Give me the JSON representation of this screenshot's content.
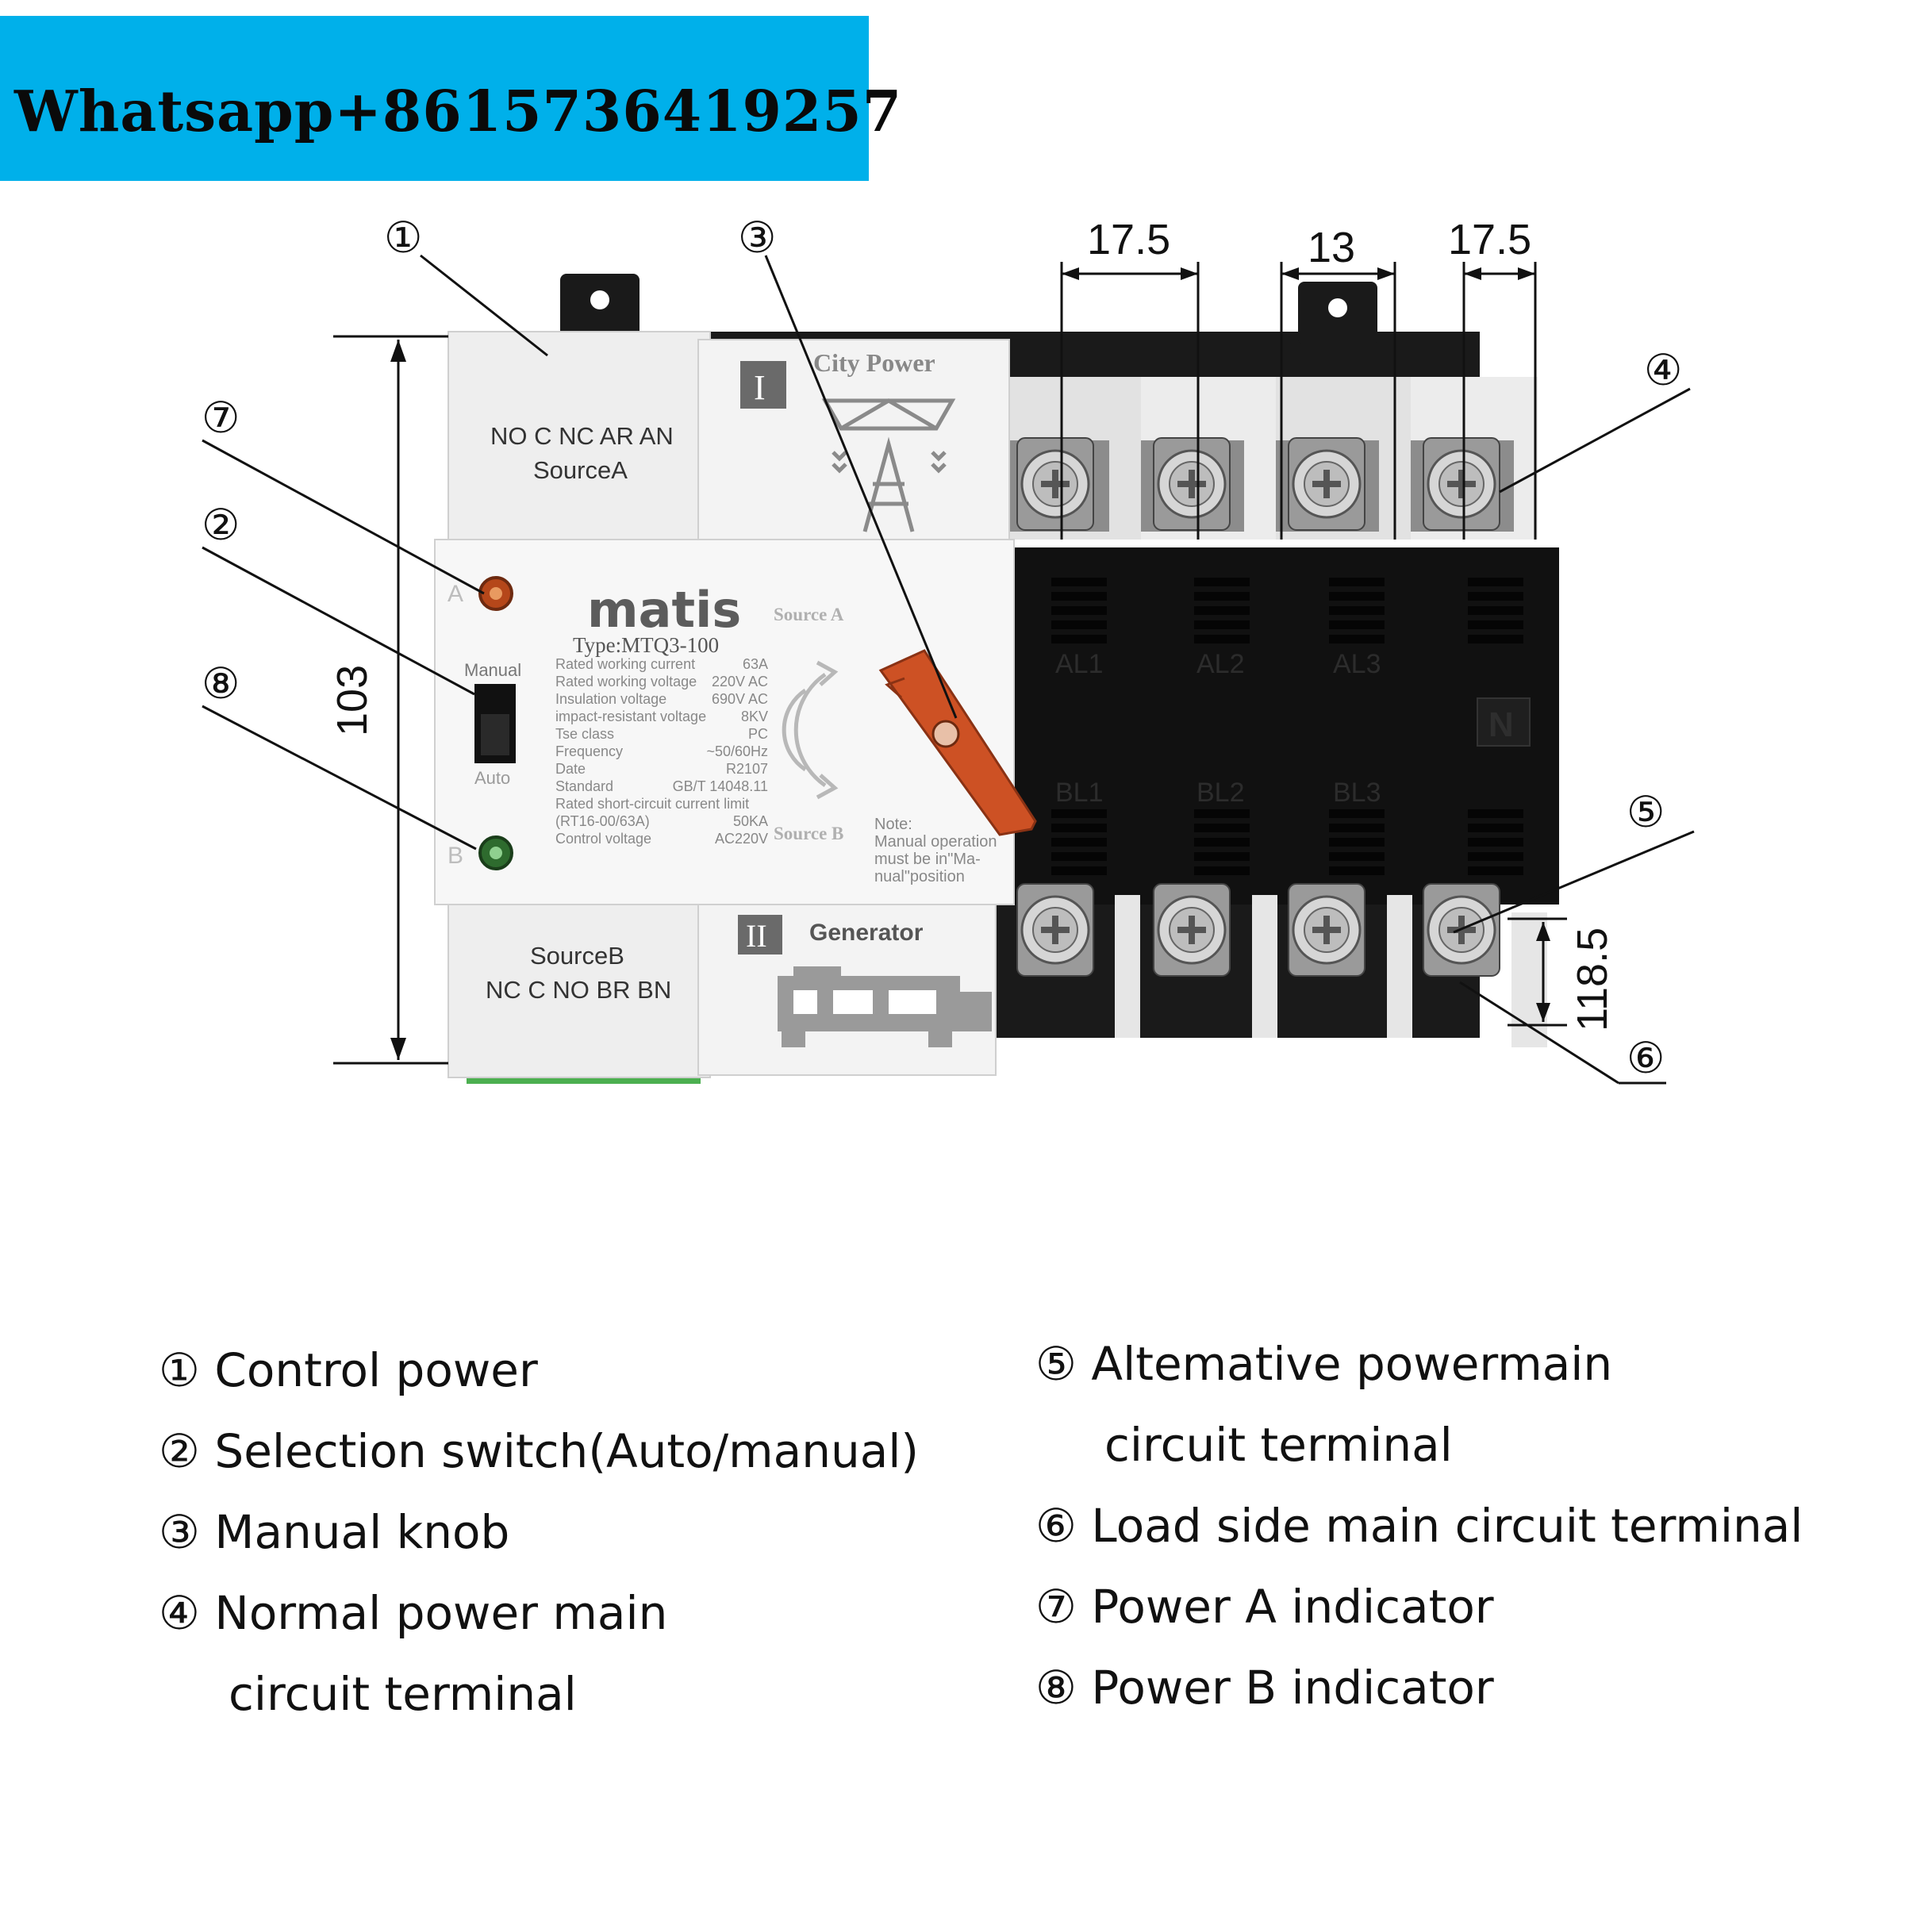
{
  "banner": {
    "text": "Whatsapp+8615736419257",
    "color": "#00b0ea"
  },
  "dimensions": {
    "top_left": "17.5",
    "top_mid": "13",
    "top_right": "17.5",
    "height": "103",
    "terminal": "118.5"
  },
  "callouts": [
    "①",
    "②",
    "③",
    "④",
    "⑤",
    "⑥",
    "⑦",
    "⑧"
  ],
  "device": {
    "brand": "matis",
    "type": "Type:MTQ3-100",
    "source_a_terminals": "NO C NC AR AN",
    "source_a_label": "SourceA",
    "source_b_label": "SourceB",
    "source_b_terminals": "NC C NO BR BN",
    "city_power": "City Power",
    "generator": "Generator",
    "roman_1": "I",
    "roman_2": "II",
    "source_a": "Source A",
    "source_b": "Source B",
    "manual": "Manual",
    "auto": "Auto",
    "indicator_a": "A",
    "indicator_b": "B",
    "poles_top": [
      "AL1",
      "AL2",
      "AL3"
    ],
    "poles_bottom": [
      "BL1",
      "BL2",
      "BL3"
    ],
    "neutral": "N",
    "note_lines": [
      "Note:",
      "Manual operation",
      "must be in\"Ma-",
      "nual\"position"
    ],
    "specs": [
      {
        "name": "Rated working current",
        "value": "63A"
      },
      {
        "name": "Rated working voltage",
        "value": "220V AC"
      },
      {
        "name": "Insulation voltage",
        "value": "690V AC"
      },
      {
        "name": "impact-resistant voltage",
        "value": "8KV"
      },
      {
        "name": "Tse class",
        "value": "PC"
      },
      {
        "name": "Frequency",
        "value": "~50/60Hz"
      },
      {
        "name": "Date",
        "value": "R2107"
      },
      {
        "name": "Standard",
        "value": "GB/T 14048.11"
      },
      {
        "name": "Rated short-circuit current limit",
        "value": ""
      },
      {
        "name": "(RT16-00/63A)",
        "value": "50KA"
      },
      {
        "name": "Control voltage",
        "value": "AC220V"
      }
    ]
  },
  "legend": {
    "left": [
      "① Control power",
      "② Selection switch(Auto/manual)",
      "③ Manual knob",
      "④ Normal power main",
      "circuit terminal"
    ],
    "right": [
      "⑤ Altemative powermain",
      "circuit terminal",
      "⑥ Load side main circuit terminal",
      "⑦ Power A indicator",
      "⑧ Power B indicator"
    ]
  }
}
